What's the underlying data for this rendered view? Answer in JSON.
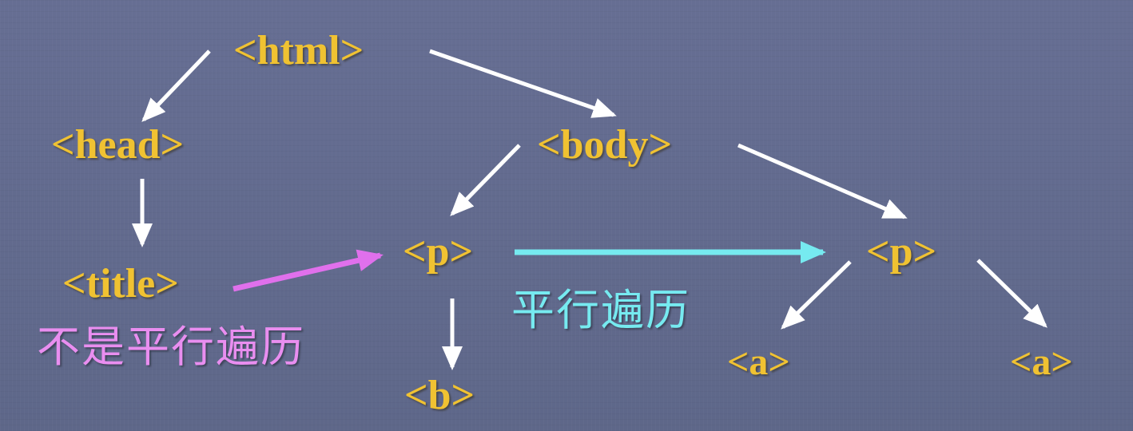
{
  "nodes": {
    "html": "<html>",
    "head": "<head>",
    "body": "<body>",
    "title": "<title>",
    "p_left": "<p>",
    "p_right": "<p>",
    "b": "<b>",
    "a_left": "<a>",
    "a_right": "<a>"
  },
  "annotations": {
    "sibling_traversal": "平行遍历",
    "not_sibling_traversal": "不是平行遍历"
  },
  "colors": {
    "background": "#626b8f",
    "node_text": "#f0c232",
    "tree_arrow": "#ffffff",
    "sibling_arrow": "#76eaf0",
    "not_sibling_arrow": "#e070ec",
    "sibling_label": "#76eaf0",
    "not_sibling_label": "#e98ef0"
  }
}
